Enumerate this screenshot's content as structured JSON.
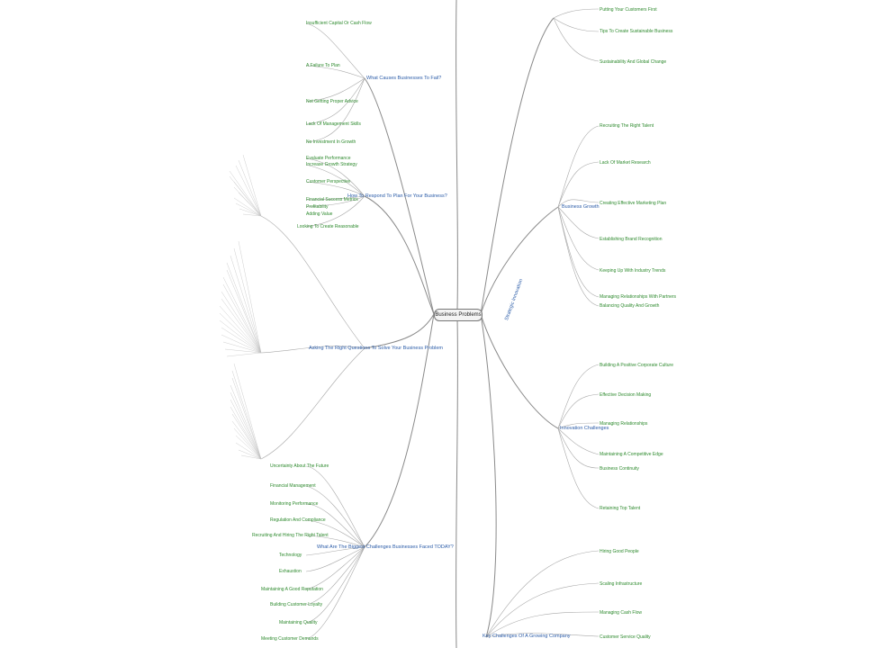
{
  "root": {
    "label": "Business Problems"
  },
  "left_branches": [
    {
      "label": "What Causes Businesses To Fail?",
      "subs": [
        {
          "label": "Insufficient Capital Or Cash Flow"
        },
        {
          "label": "A Failure To Plan"
        },
        {
          "label": "Not Getting Proper Advice"
        },
        {
          "label": "Lack Of Management Skills"
        },
        {
          "label": "No Investment In Growth"
        }
      ]
    },
    {
      "label": "How To Respond To Plan For Your Business?",
      "subs": [
        {
          "label": "Evaluate Performance"
        },
        {
          "label": "Increase Growth Strategy"
        },
        {
          "label": "Customer Perspective"
        },
        {
          "label": "Financial Success Metrics"
        },
        {
          "label": "Profitability"
        },
        {
          "label": "Adding Value"
        },
        {
          "label": "Looking To Create Reasonable"
        }
      ]
    },
    {
      "label": "Asking The Right Questions To Solve Your Business Problem",
      "subs": []
    },
    {
      "label": "What Are The Biggest Challenges Businesses Faced TODAY?",
      "subs": [
        {
          "label": "Uncertainty About The Future"
        },
        {
          "label": "Financial Management"
        },
        {
          "label": "Monitoring Performance"
        },
        {
          "label": "Regulation And Compliance"
        },
        {
          "label": "Recruiting And Hiring The Right Talent"
        },
        {
          "label": "Technology"
        },
        {
          "label": "Exhaustion"
        },
        {
          "label": "Maintaining A Good Reputation"
        },
        {
          "label": "Building Customer Loyalty"
        },
        {
          "label": "Maintaining Quality"
        },
        {
          "label": "Meeting Customer Demands"
        }
      ]
    }
  ],
  "right_branches": [
    {
      "label": "Strategic Innovation",
      "subs": [
        {
          "label": "Putting Your Customers First"
        },
        {
          "label": "Tips To Create Sustainable Business"
        },
        {
          "label": "Sustainability And Global Change"
        }
      ]
    },
    {
      "label": "Business Growth",
      "subs": [
        {
          "label": "Recruiting The Right Talent"
        },
        {
          "label": "Lack Of Market Research"
        },
        {
          "label": "Creating Effective Marketing Plan"
        },
        {
          "label": "Establishing Brand Recognition"
        },
        {
          "label": "Keeping Up With Industry Trends"
        },
        {
          "label": "Managing Relationships With Partners"
        },
        {
          "label": "Balancing Quality And Growth"
        }
      ]
    },
    {
      "label": "Innovation Challenges",
      "subs": [
        {
          "label": "Building A Positive Corporate Culture"
        },
        {
          "label": "Effective Decision Making"
        },
        {
          "label": "Managing Relationships"
        },
        {
          "label": "Maintaining A Competitive Edge"
        },
        {
          "label": "Business Continuity"
        },
        {
          "label": "Retaining Top Talent"
        }
      ]
    },
    {
      "label": "Key Challenges Of A Growing Company",
      "subs": [
        {
          "label": "Hiring Good People"
        },
        {
          "label": "Scaling Infrastructure"
        },
        {
          "label": "Managing Cash Flow"
        },
        {
          "label": "Customer Service Quality"
        }
      ]
    }
  ]
}
